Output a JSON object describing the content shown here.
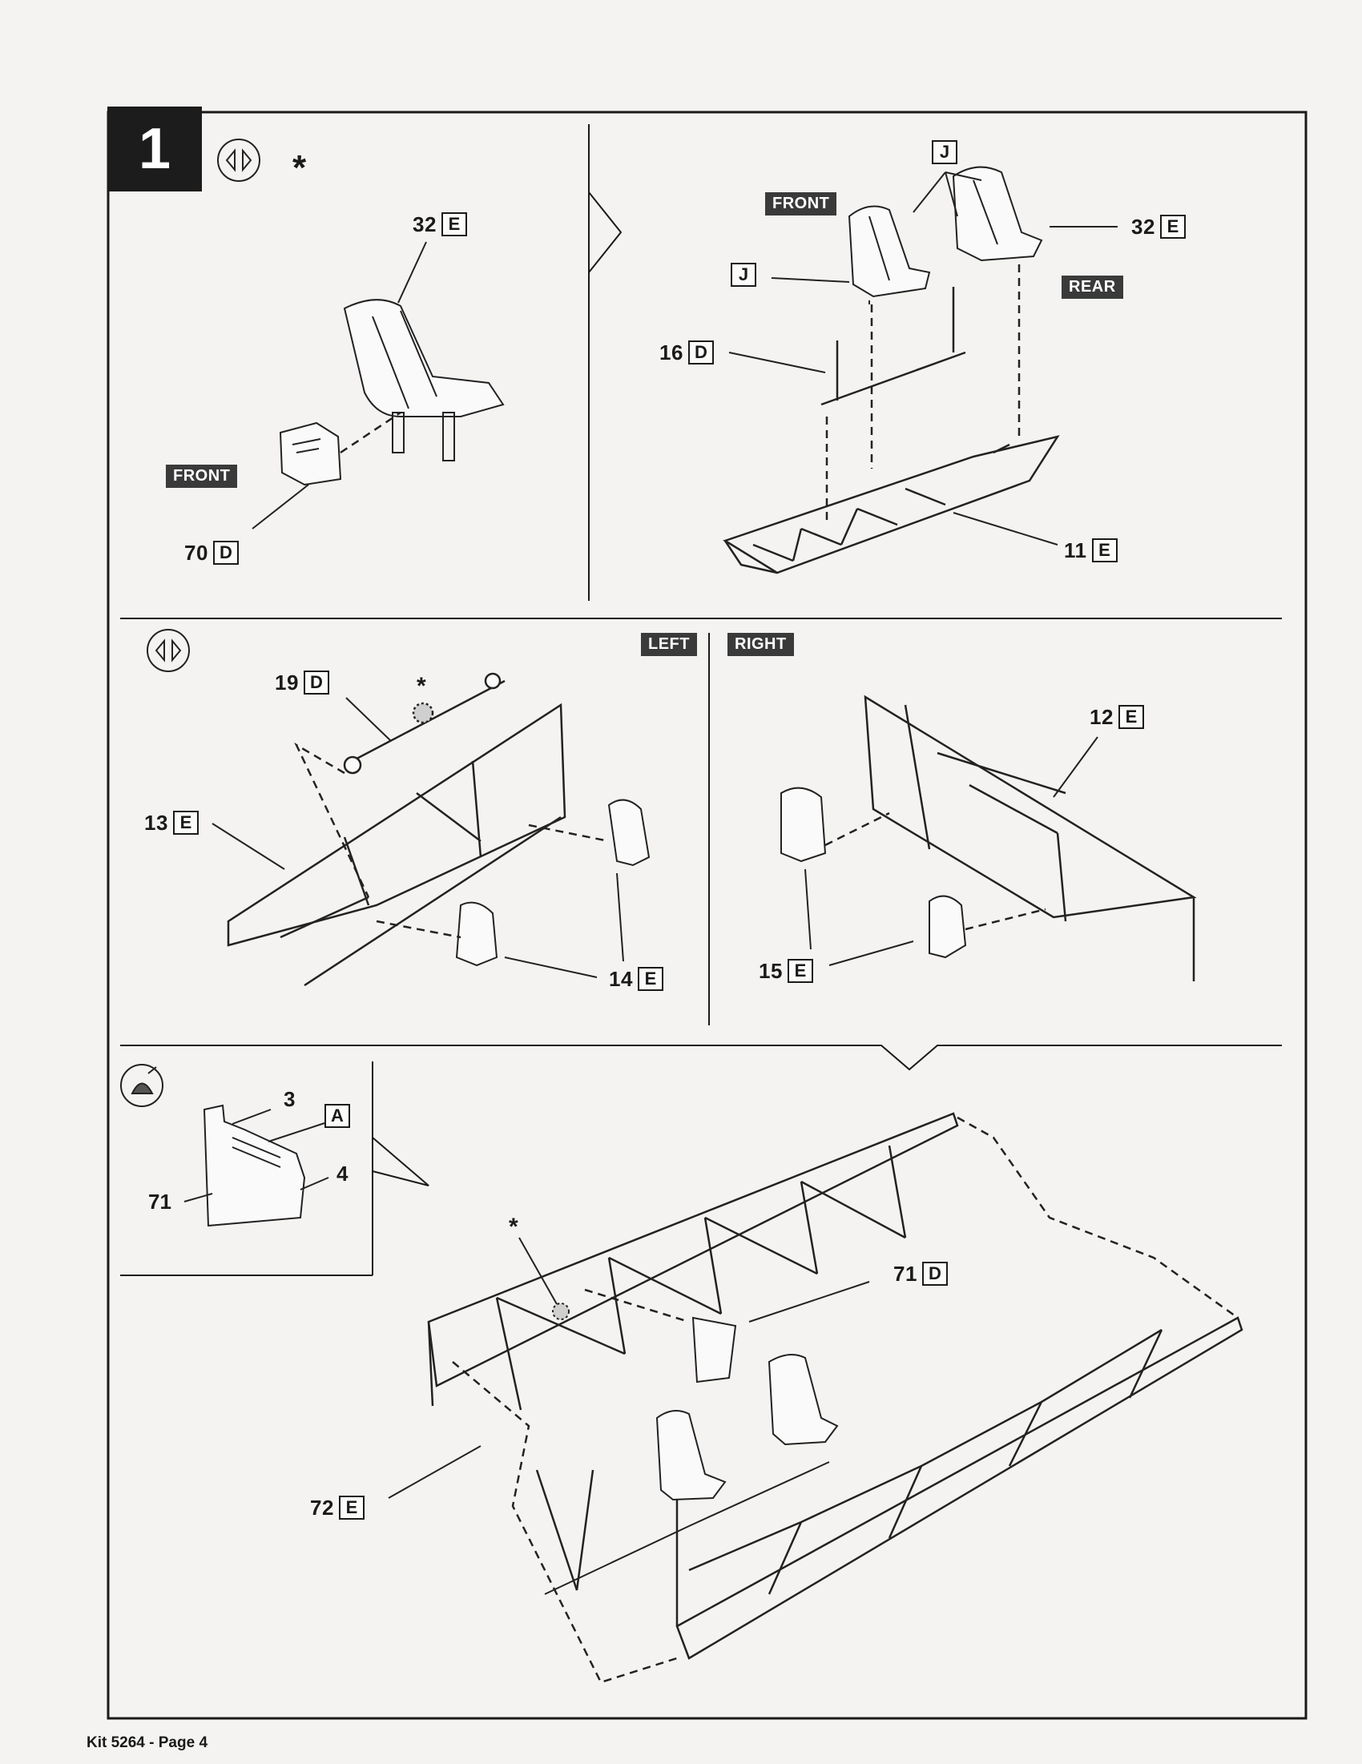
{
  "step": {
    "number": "1"
  },
  "labels": {
    "p32_left": {
      "num": "32",
      "sprue": "E"
    },
    "p70": {
      "num": "70",
      "sprue": "D"
    },
    "j_top": {
      "sprue": "J"
    },
    "j_left": {
      "sprue": "J"
    },
    "p32_right": {
      "num": "32",
      "sprue": "E"
    },
    "p16": {
      "num": "16",
      "sprue": "D"
    },
    "p11": {
      "num": "11",
      "sprue": "E"
    },
    "p19": {
      "num": "19",
      "sprue": "D"
    },
    "p13": {
      "num": "13",
      "sprue": "E"
    },
    "p14": {
      "num": "14",
      "sprue": "E"
    },
    "p12": {
      "num": "12",
      "sprue": "E"
    },
    "p15": {
      "num": "15",
      "sprue": "E"
    },
    "p3": {
      "num": "3"
    },
    "pA": {
      "sprue": "A"
    },
    "p4": {
      "num": "4"
    },
    "p71_small": {
      "num": "71"
    },
    "p71": {
      "num": "71",
      "sprue": "D"
    },
    "p72": {
      "num": "72",
      "sprue": "E"
    }
  },
  "tags": {
    "front_1": "FRONT",
    "front_2": "FRONT",
    "rear": "REAR",
    "left": "LEFT",
    "right": "RIGHT"
  },
  "symbols": {
    "asterisk": "*",
    "icon_glue": "glue-icon",
    "icon_paint": "paint-icon"
  },
  "footer": "Kit 5264 - Page 4"
}
